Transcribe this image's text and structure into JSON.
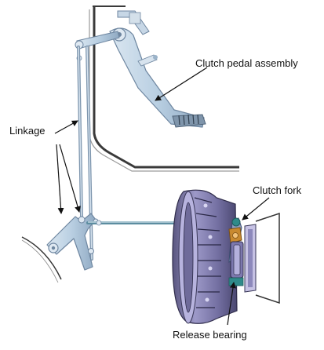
{
  "labels": {
    "clutch_pedal_assembly": "Clutch pedal assembly",
    "linkage": "Linkage",
    "clutch_fork": "Clutch fork",
    "release_bearing": "Release bearing"
  },
  "colors": {
    "background": "#ffffff",
    "linkage_metal": "#b9cfe2",
    "linkage_edge": "#6e86a0",
    "body_line": "#333333",
    "clutch_purple": "#8c88b8",
    "clutch_dark": "#3a3858",
    "fork_orange": "#c8892f",
    "fork_teal": "#2f8a8a",
    "leader_line": "#111111"
  }
}
